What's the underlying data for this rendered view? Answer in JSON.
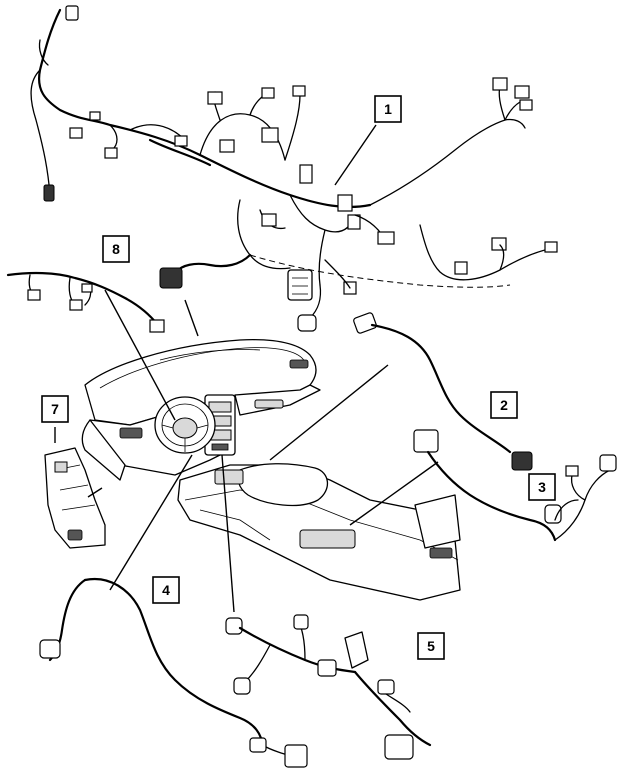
{
  "diagram": {
    "callouts": [
      "1",
      "2",
      "3",
      "4",
      "5",
      "7",
      "8"
    ]
  }
}
